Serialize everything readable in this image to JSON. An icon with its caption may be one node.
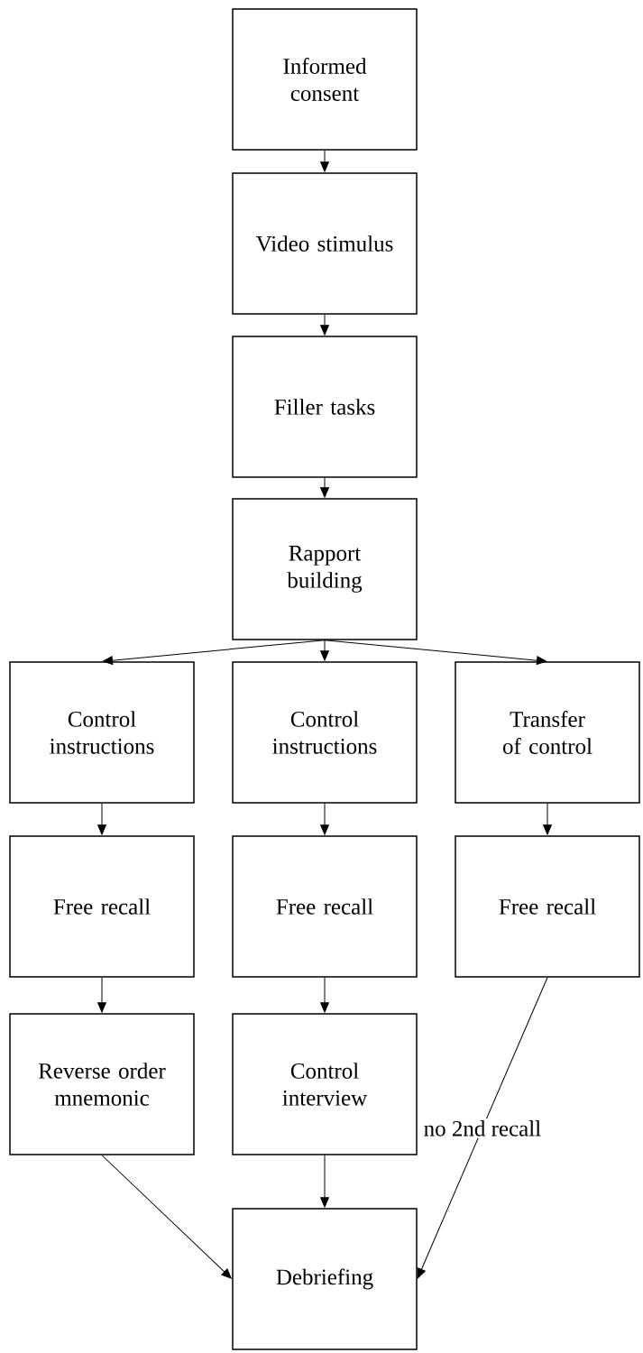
{
  "diagram": {
    "nodes": [
      {
        "text": [
          "Informed consent"
        ]
      },
      {
        "text": [
          "Video stimulus"
        ]
      },
      {
        "text": [
          "Filler tasks"
        ]
      },
      {
        "text": [
          "Rapport building"
        ]
      },
      {
        "text": [
          "Control instructions"
        ]
      },
      {
        "text": [
          "Control instructions"
        ]
      },
      {
        "text": [
          "Transfer of control"
        ]
      },
      {
        "text": [
          "Free recall"
        ]
      },
      {
        "text": [
          "Free recall"
        ]
      },
      {
        "text": [
          "Free recall"
        ]
      },
      {
        "text": [
          "Reverse order mnemonic"
        ]
      },
      {
        "text": [
          "Control interview"
        ]
      },
      {
        "text": [
          "Debriefing"
        ]
      }
    ],
    "edges": [
      {
        "from": 0,
        "to": 1,
        "arrow": "to"
      },
      {
        "from": 1,
        "to": 2,
        "arrow": "to"
      },
      {
        "from": 2,
        "to": 3,
        "arrow": "to"
      },
      {
        "from": 3,
        "to": 4,
        "arrow": "to"
      },
      {
        "from": 3,
        "to": 5,
        "arrow": "to"
      },
      {
        "from": 3,
        "to": 6,
        "arrow": "to"
      },
      {
        "from": 4,
        "to": 7,
        "arrow": "to"
      },
      {
        "from": 5,
        "to": 8,
        "arrow": "to"
      },
      {
        "from": 6,
        "to": 9,
        "arrow": "to"
      },
      {
        "from": 7,
        "to": 10,
        "arrow": "to"
      },
      {
        "from": 8,
        "to": 11,
        "arrow": "to"
      },
      {
        "from": 10,
        "to": 12,
        "arrow": "to"
      },
      {
        "from": 11,
        "to": 12,
        "arrow": "to"
      },
      {
        "from": 9,
        "to": 12,
        "arrow": "to",
        "label": "no 2nd recall"
      }
    ]
  }
}
